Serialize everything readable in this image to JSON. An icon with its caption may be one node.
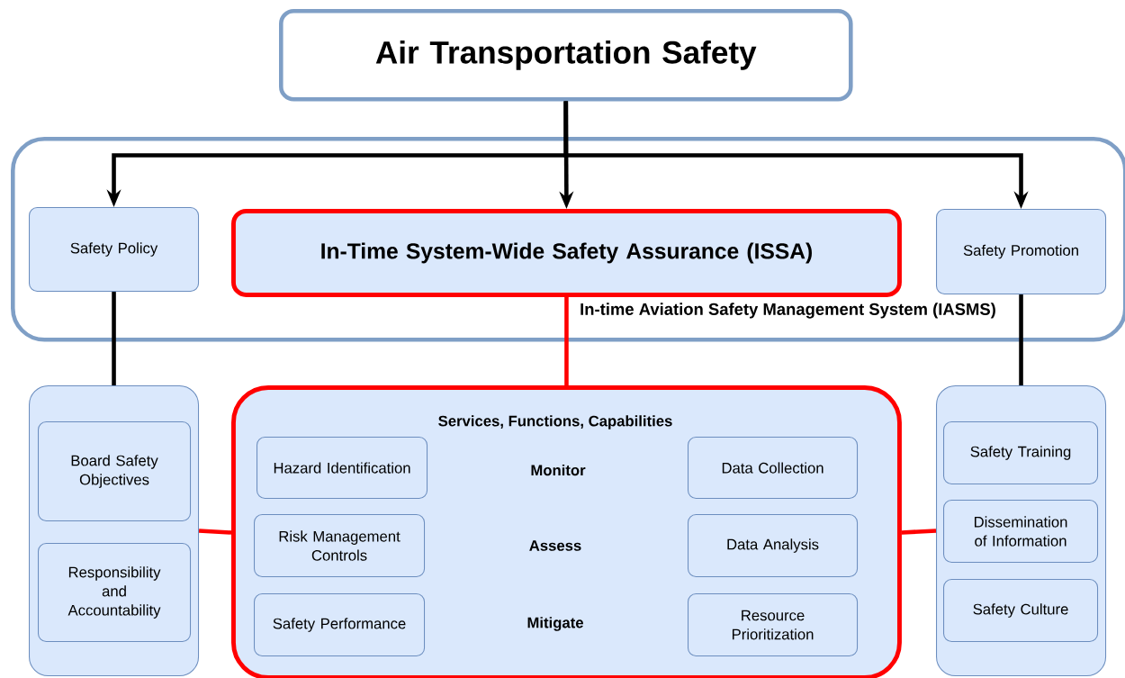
{
  "diagram": {
    "nodes": [
      {
        "text": [
          "Air Transportation Safety"
        ]
      },
      {
        "text": [
          "In-time Aviation Safety Management System (IASMS)"
        ]
      },
      {
        "text": [
          "Safety Policy"
        ],
        "in": 1
      },
      {
        "text": [
          "In-Time System-Wide Safety Assurance (ISSA)"
        ],
        "in": 1
      },
      {
        "text": [
          "Safety Promotion"
        ],
        "in": 1
      },
      {
        "text": [],
        "shape": "box"
      },
      {
        "text": [
          "Board Safety Objectives"
        ],
        "in": 5
      },
      {
        "text": [
          "Responsibility and Accountability"
        ],
        "in": 5
      },
      {
        "text": [
          "Services, Functions, Capabilities",
          "Monitor",
          "Assess",
          "Mitigate"
        ]
      },
      {
        "text": [
          "Hazard Identification"
        ],
        "in": 8
      },
      {
        "text": [
          "Data Collection"
        ],
        "in": 8
      },
      {
        "text": [
          "Risk Management Controls"
        ],
        "in": 8
      },
      {
        "text": [
          "Data Analysis"
        ],
        "in": 8
      },
      {
        "text": [
          "Safety Performance"
        ],
        "in": 8
      },
      {
        "text": [
          "Resource Prioritization"
        ],
        "in": 8
      },
      {
        "text": [],
        "shape": "box"
      },
      {
        "text": [
          "Safety Training"
        ],
        "in": 15
      },
      {
        "text": [
          "Dissemination of Information"
        ],
        "in": 15
      },
      {
        "text": [
          "Safety Culture"
        ],
        "in": 15
      }
    ],
    "edges": [
      {
        "from": 0,
        "to": 2,
        "arrow": "to"
      },
      {
        "from": 0,
        "to": 3,
        "arrow": "to"
      },
      {
        "from": 0,
        "to": 4,
        "arrow": "to"
      },
      {
        "from": 2,
        "to": 5,
        "arrow": "none"
      },
      {
        "from": 4,
        "to": 15,
        "arrow": "none"
      },
      {
        "from": 3,
        "to": 8,
        "arrow": "none",
        "color": "#ff0000"
      },
      {
        "from": 5,
        "to": 8,
        "arrow": "none",
        "color": "#ff0000"
      },
      {
        "from": 8,
        "to": 15,
        "arrow": "none",
        "color": "#ff0000"
      }
    ]
  }
}
